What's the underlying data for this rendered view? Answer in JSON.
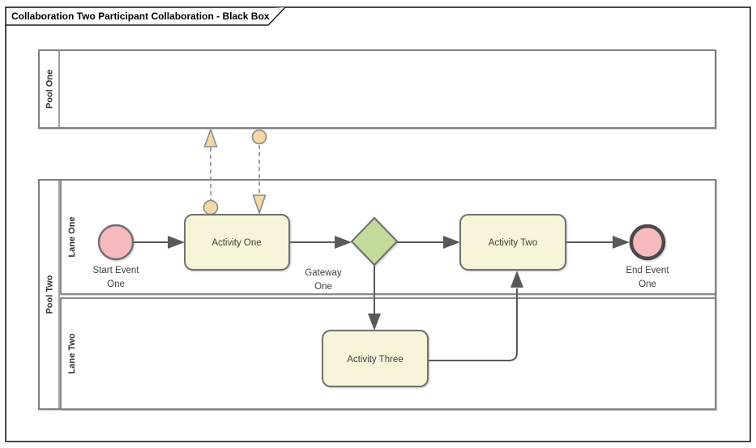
{
  "frame": {
    "title": "Collaboration Two Participant Collaboration - Black Box"
  },
  "pools": {
    "pool_one": {
      "label": "Pool One",
      "content": "empty-black-box"
    },
    "pool_two": {
      "label": "Pool Two",
      "lanes": {
        "lane_one": {
          "label": "Lane One"
        },
        "lane_two": {
          "label": "Lane Two"
        }
      }
    }
  },
  "nodes": {
    "start_event_one": {
      "type": "start-event",
      "label_line1": "Start Event",
      "label_line2": "One"
    },
    "activity_one": {
      "type": "activity",
      "label": "Activity One"
    },
    "gateway_one": {
      "type": "gateway",
      "label_line1": "Gateway",
      "label_line2": "One"
    },
    "activity_two": {
      "type": "activity",
      "label": "Activity Two"
    },
    "activity_three": {
      "type": "activity",
      "label": "Activity Three"
    },
    "end_event_one": {
      "type": "end-event",
      "label_line1": "End Event",
      "label_line2": "One"
    }
  },
  "connectors": {
    "sequence_flows": [
      {
        "from": "start_event_one",
        "to": "activity_one"
      },
      {
        "from": "activity_one",
        "to": "gateway_one"
      },
      {
        "from": "gateway_one",
        "to": "activity_two"
      },
      {
        "from": "activity_two",
        "to": "end_event_one"
      },
      {
        "from": "gateway_one",
        "to": "activity_three"
      },
      {
        "from": "activity_three",
        "to": "activity_two"
      }
    ],
    "message_flows": [
      {
        "from": "activity_one",
        "to": "pool_one",
        "style": "dashed"
      },
      {
        "from": "pool_one",
        "to": "activity_one",
        "style": "dashed"
      }
    ]
  },
  "colors": {
    "activity-fill": "#f8f4d9",
    "event-fill": "#f6b9bd",
    "gateway-fill": "#c4dc9b",
    "message-marker-fill": "#f3d9a5",
    "flow-stroke": "#595959",
    "message-stroke": "#8a8a8a",
    "shape-stroke": "#707070",
    "pool-stroke": "#808080",
    "end-event-stroke": "#4a4a4a",
    "label-color": "#404040",
    "frame-stroke": "#1a1a1a"
  }
}
